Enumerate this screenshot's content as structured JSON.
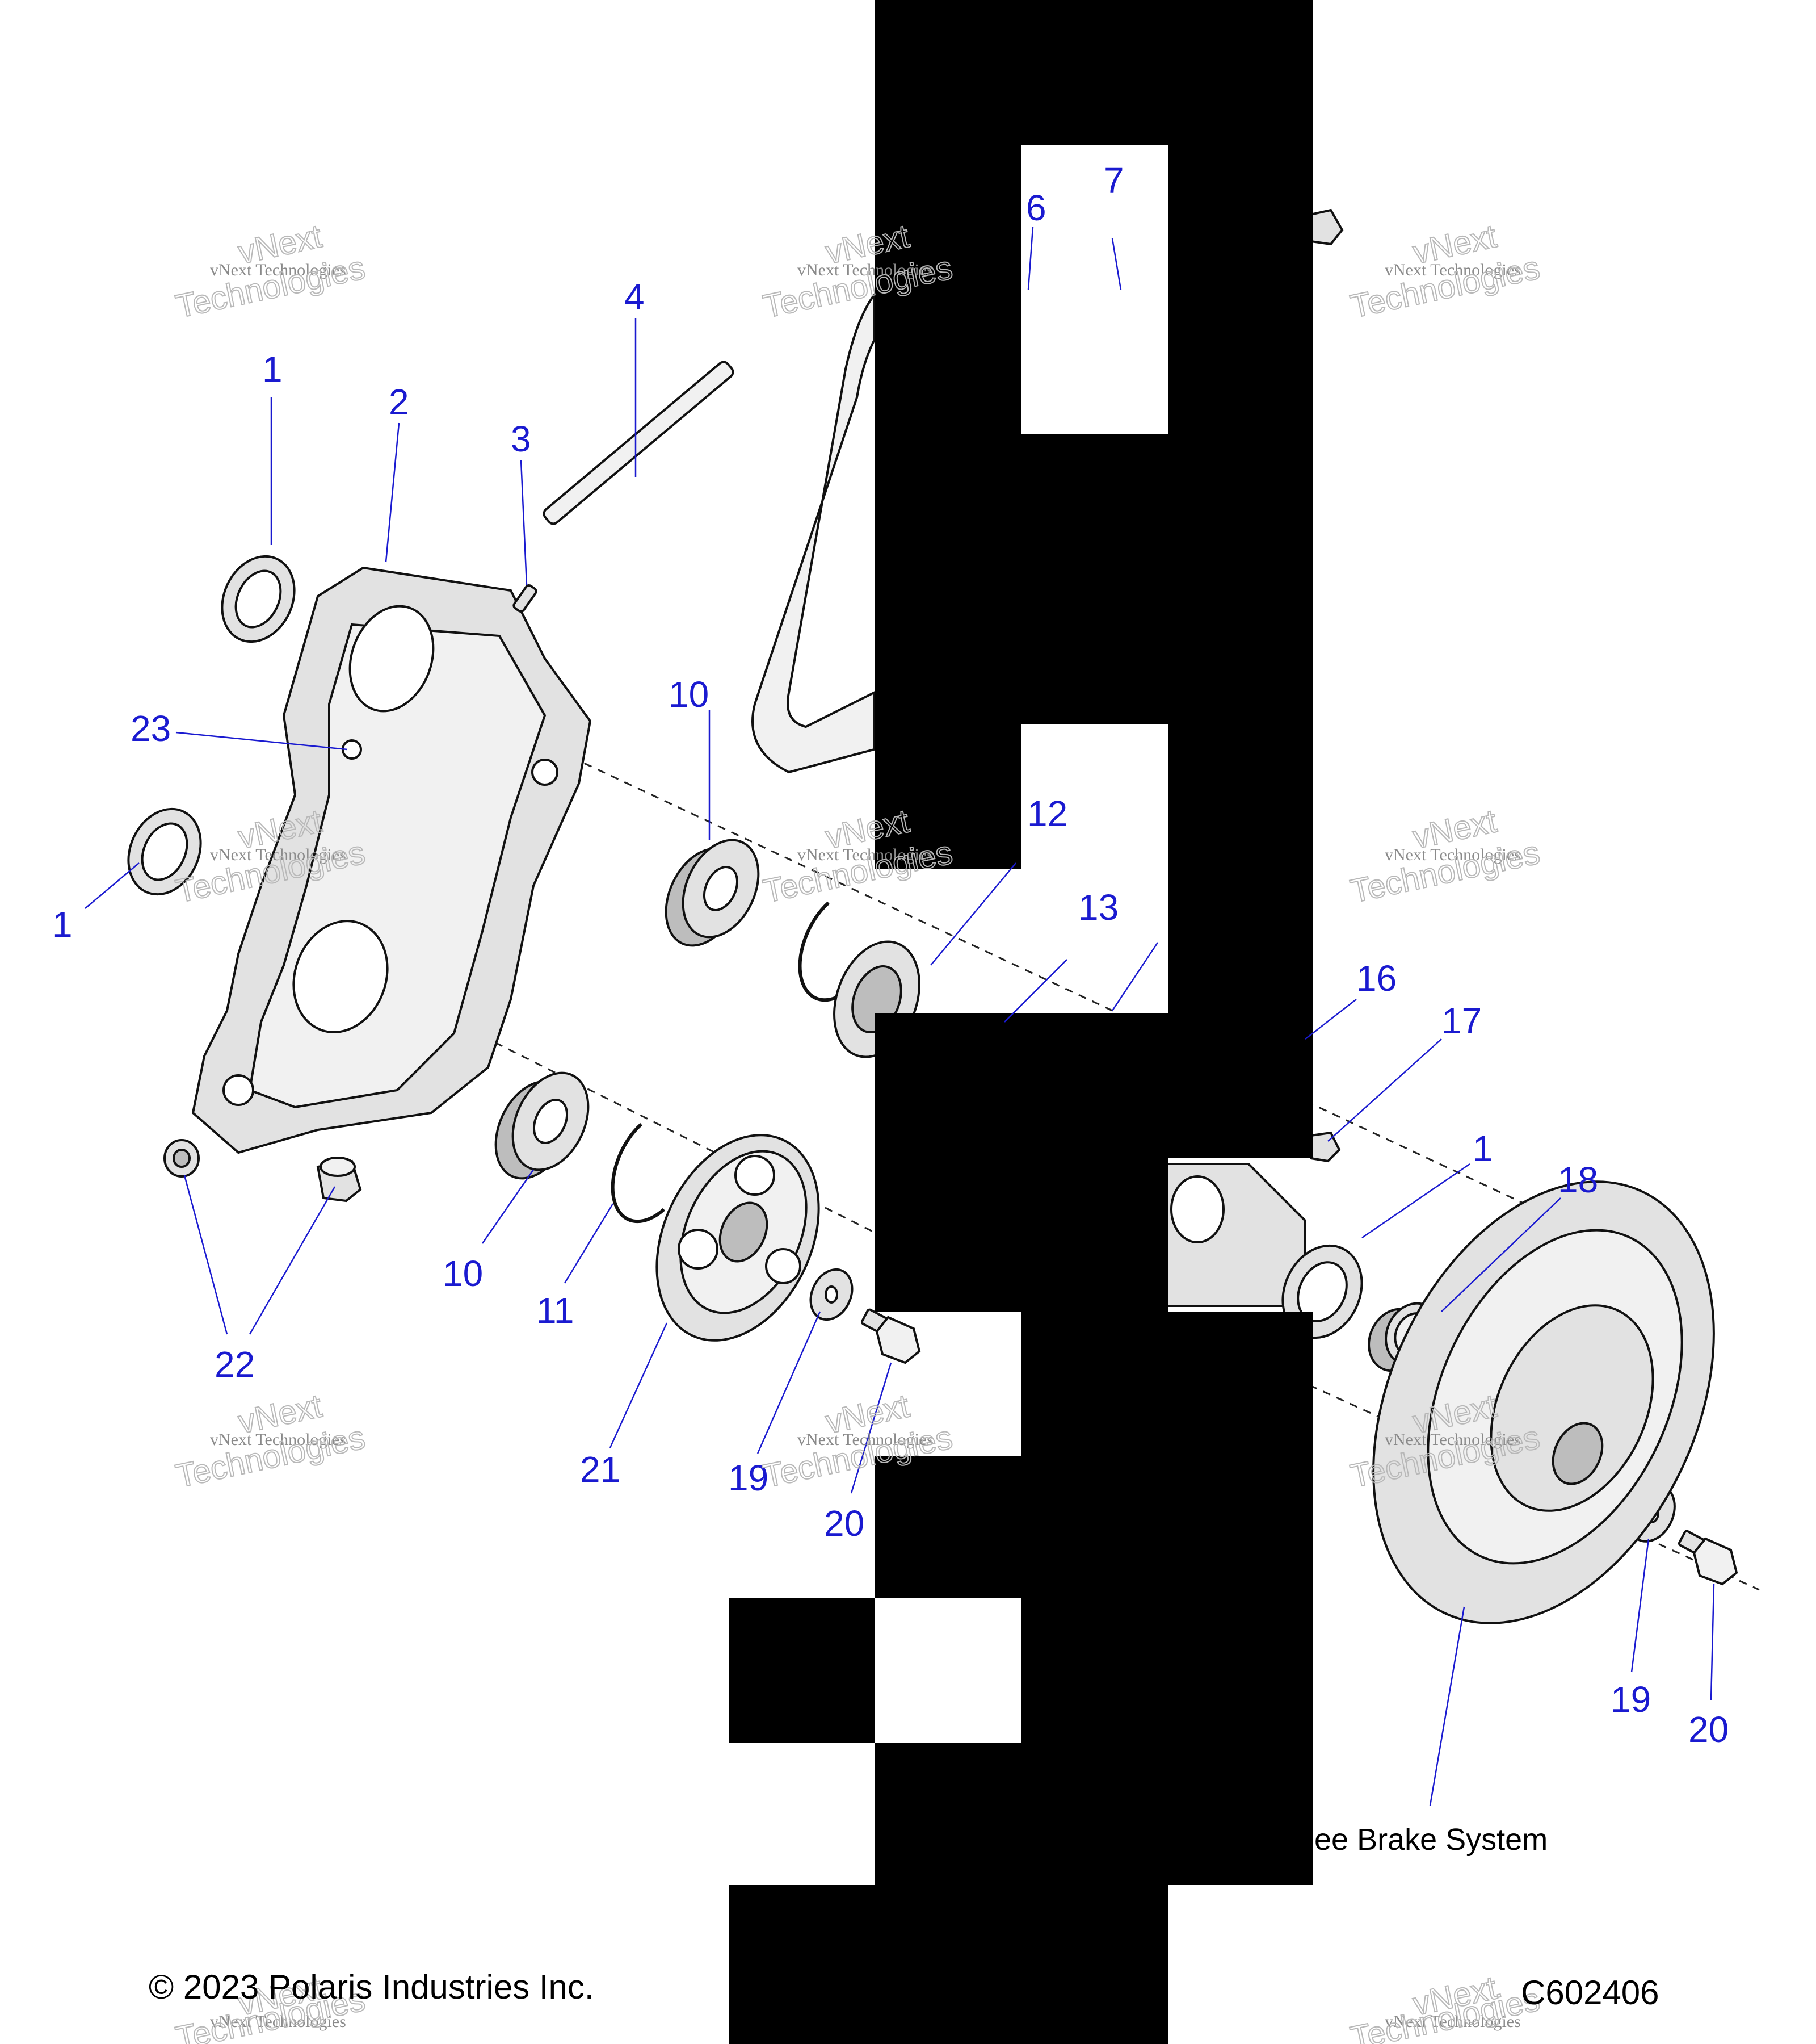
{
  "callouts": [
    {
      "id": "c1a",
      "text": "1"
    },
    {
      "id": "c2",
      "text": "2"
    },
    {
      "id": "c3",
      "text": "3"
    },
    {
      "id": "c4",
      "text": "4"
    },
    {
      "id": "c6",
      "text": "6"
    },
    {
      "id": "c7",
      "text": "7"
    },
    {
      "id": "c23",
      "text": "23"
    },
    {
      "id": "c1b",
      "text": "1"
    },
    {
      "id": "c10a",
      "text": "10"
    },
    {
      "id": "c12",
      "text": "12"
    },
    {
      "id": "c13",
      "text": "13"
    },
    {
      "id": "c16",
      "text": "16"
    },
    {
      "id": "c17",
      "text": "17"
    },
    {
      "id": "c1c",
      "text": "1"
    },
    {
      "id": "c18",
      "text": "18"
    },
    {
      "id": "c10b",
      "text": "10"
    },
    {
      "id": "c11",
      "text": "11"
    },
    {
      "id": "c22",
      "text": "22"
    },
    {
      "id": "c21",
      "text": "21"
    },
    {
      "id": "c19a",
      "text": "19"
    },
    {
      "id": "c20a",
      "text": "20"
    },
    {
      "id": "c19b",
      "text": "19"
    },
    {
      "id": "c20b",
      "text": "20"
    }
  ],
  "note": "See Brake System",
  "footer": {
    "copyright": "© 2023 Polaris Industries Inc.",
    "drawing_number": "C602406"
  },
  "watermark": {
    "small": "vNext Technologies",
    "big_a": "vNext",
    "big_b": "Technologies"
  }
}
